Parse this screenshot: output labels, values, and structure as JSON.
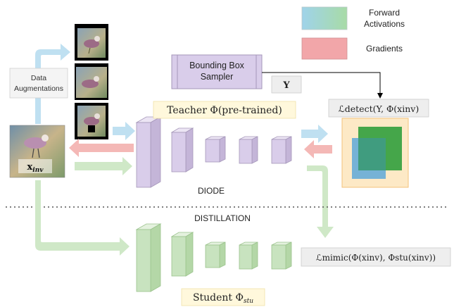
{
  "legend": {
    "forward_label_line1": "Forward",
    "forward_label_line2": "Activations",
    "gradients_label": "Gradients",
    "colors": {
      "forward_from": "#9fd3ea",
      "forward_to": "#a8dba6",
      "gradients": "#f2a6a9"
    }
  },
  "sampler": {
    "label_line1": "Bounding Box",
    "label_line2": "Sampler",
    "output": "Y"
  },
  "data_aug": {
    "label_line1": "Data",
    "label_line2": "Augmentations"
  },
  "input": {
    "label_main": "x",
    "label_sub": "inv"
  },
  "teacher": {
    "label_main": "Teacher ",
    "label_phi": "Φ",
    "label_rest": "(pre-trained)",
    "color": "#d9cdea"
  },
  "student": {
    "label_main": "Student ",
    "label_phi": "Φ",
    "label_sub": "stu",
    "color": "#c8e3bf"
  },
  "sections": {
    "top": "DIODE",
    "bottom": "DISTILLATION"
  },
  "losses": {
    "detect": "ℒdetect(Y, Φ(xinv)",
    "mimic": "ℒmimic(Φ(xinv), Φstu(xinv))"
  },
  "colors": {
    "gradient_arrow": "#f4b8b6",
    "forward_arrow": "#bfe0f1",
    "green_arrow": "#cfe8c7",
    "detection_bg": "#fde9c6",
    "detection_green": "#45a64a",
    "detection_blue": "#5ea8d8"
  }
}
